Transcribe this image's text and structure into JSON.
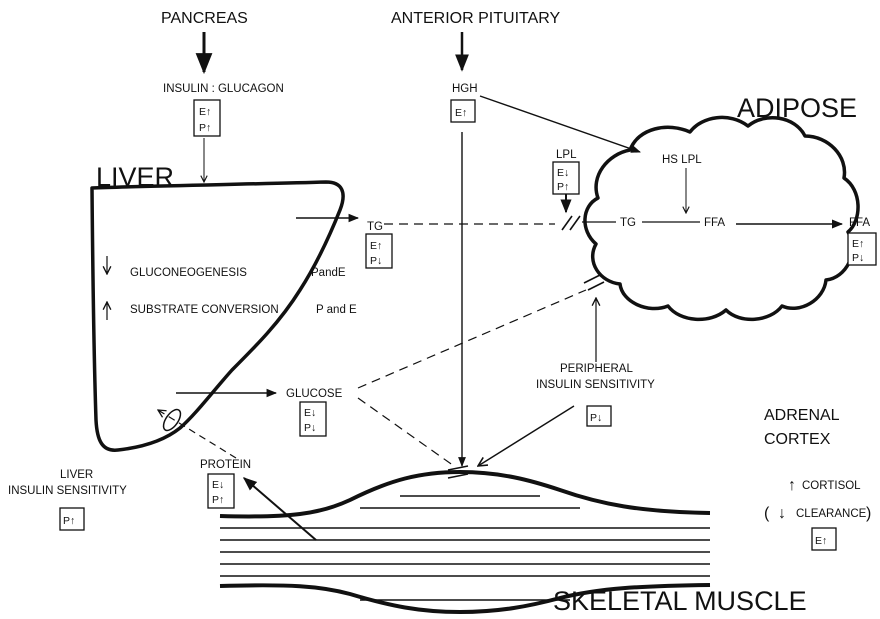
{
  "organs": {
    "pancreas": "PANCREAS",
    "anterior_pituitary": "ANTERIOR PITUITARY",
    "adipose": "ADIPOSE",
    "liver": "LIVER",
    "skeletal_muscle": "SKELETAL MUSCLE",
    "adrenal_line1": "ADRENAL",
    "adrenal_line2": "CORTEX"
  },
  "labels": {
    "insulin_glucagon": "INSULIN : GLUCAGON",
    "hgh": "HGH",
    "lpl": "LPL",
    "hs_lpl": "HS LPL",
    "tg_liver": "TG",
    "tg_adipose": "TG",
    "ffa_adipose": "FFA",
    "ffa_out": "FFA",
    "gluconeogenesis": "GLUCONEOGENESIS",
    "gluconeogenesis_mod": "PandE",
    "substrate_conversion": "SUBSTRATE CONVERSION",
    "substrate_conversion_mod": "P and E",
    "glucose": "GLUCOSE",
    "protein": "PROTEIN",
    "peripheral_line1": "PERIPHERAL",
    "peripheral_line2": "INSULIN SENSITIVITY",
    "liver_sens_line1": "LIVER",
    "liver_sens_line2": "INSULIN SENSITIVITY",
    "cortisol": "CORTISOL",
    "clearance": "CLEARANCE",
    "paren_open": "(",
    "paren_close": ")",
    "up_arrow": "↑",
    "down_arrow": "↓"
  },
  "effect_boxes": {
    "insulin_glucagon": [
      "E↑",
      "P↑"
    ],
    "hgh": [
      "E↑"
    ],
    "lpl": [
      "E↓",
      "P↑"
    ],
    "tg": [
      "E↑",
      "P↓"
    ],
    "ffa": [
      "E↑",
      "P↓"
    ],
    "glucose": [
      "E↓",
      "P↓"
    ],
    "protein": [
      "E↓",
      "P↑"
    ],
    "peripheral": [
      "P↓"
    ],
    "liver_sensitivity": [
      "P↑"
    ],
    "cortisol": [
      "E↑"
    ]
  }
}
